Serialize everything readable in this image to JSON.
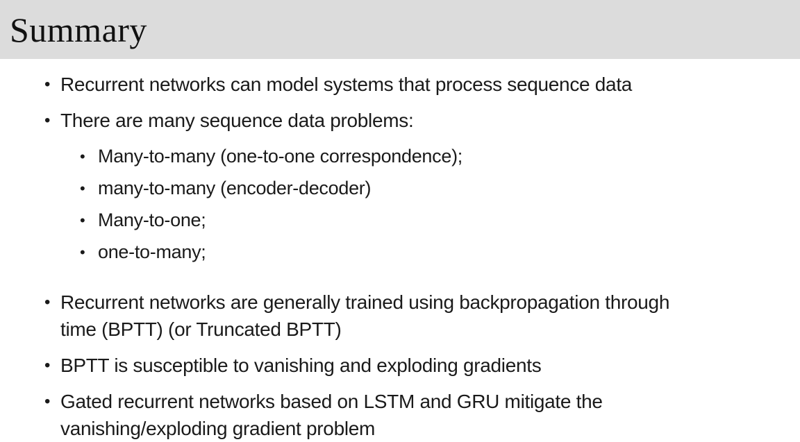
{
  "slide": {
    "title": "Summary",
    "bullets": [
      {
        "text": "Recurrent networks can model systems that process sequence data"
      },
      {
        "text": "There are many sequence data problems:",
        "children": [
          "Many-to-many (one-to-one correspondence);",
          "many-to-many (encoder-decoder)",
          "Many-to-one;",
          "one-to-many;"
        ]
      },
      {
        "text": "Recurrent networks are generally trained using backpropagation through time (BPTT) (or Truncated BPTT)"
      },
      {
        "text": "BPTT is susceptible to vanishing and exploding gradients"
      },
      {
        "text": "Gated recurrent networks based on LSTM and GRU mitigate the vanishing/exploding gradient problem"
      }
    ]
  },
  "glyphs": {
    "bullet": "•"
  },
  "colors": {
    "header_bg": "#dcdcdc",
    "text": "#1a1a1a",
    "background": "#ffffff"
  }
}
